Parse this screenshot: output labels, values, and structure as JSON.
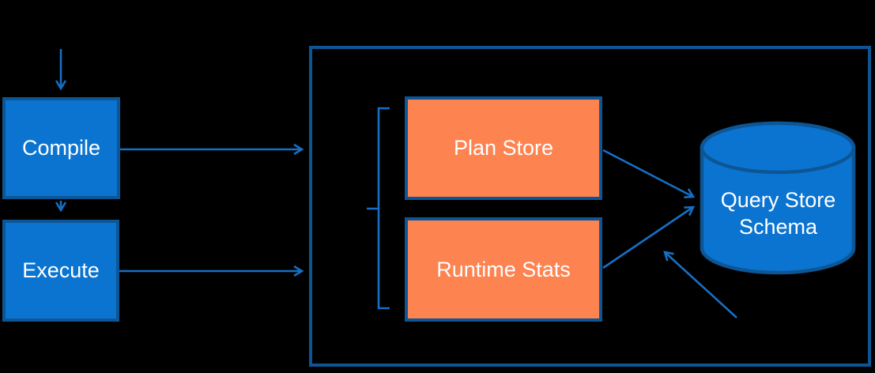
{
  "diagram": {
    "type": "flow-diagram",
    "nodes": {
      "compile": {
        "label": "Compile"
      },
      "execute": {
        "label": "Execute"
      },
      "plan_store": {
        "label": "Plan Store"
      },
      "runtime_stats": {
        "label": "Runtime Stats"
      },
      "query_store_schema": {
        "label": "Query Store Schema"
      }
    },
    "edges": [
      {
        "from": "input",
        "to": "compile"
      },
      {
        "from": "compile",
        "to": "execute"
      },
      {
        "from": "compile",
        "to": "query-store-container"
      },
      {
        "from": "execute",
        "to": "query-store-container"
      },
      {
        "from": "plan_store",
        "to": "query_store_schema"
      },
      {
        "from": "runtime_stats",
        "to": "query_store_schema"
      },
      {
        "from": "external-bottom",
        "to": "query_store_schema"
      }
    ],
    "colors": {
      "background": "#000000",
      "node_blue_fill": "#0b74d1",
      "node_border": "#0d5695",
      "node_orange_fill": "#fd8351",
      "arrow": "#166fc4",
      "label_text": "#ffffff"
    }
  }
}
